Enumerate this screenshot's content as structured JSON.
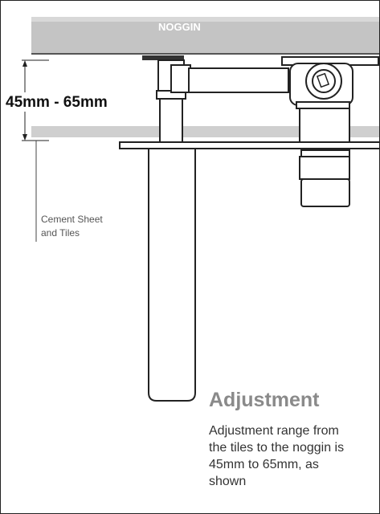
{
  "diagram": {
    "noggin_label": "NOGGIN",
    "range_label": "45mm - 65mm",
    "cement_note_line1": "Cement Sheet",
    "cement_note_line2": "and Tiles"
  },
  "adjustment": {
    "title": "Adjustment",
    "body_line1": "Adjustment range from",
    "body_line2": "the tiles to the noggin is",
    "body_line3": "45mm to 65mm, as",
    "body_line4": "shown"
  },
  "colors": {
    "noggin_fill": "#c4c4c4",
    "tile_fill": "#cfcfcf",
    "line": "#222222",
    "accent_text": "#8a8a8a"
  }
}
